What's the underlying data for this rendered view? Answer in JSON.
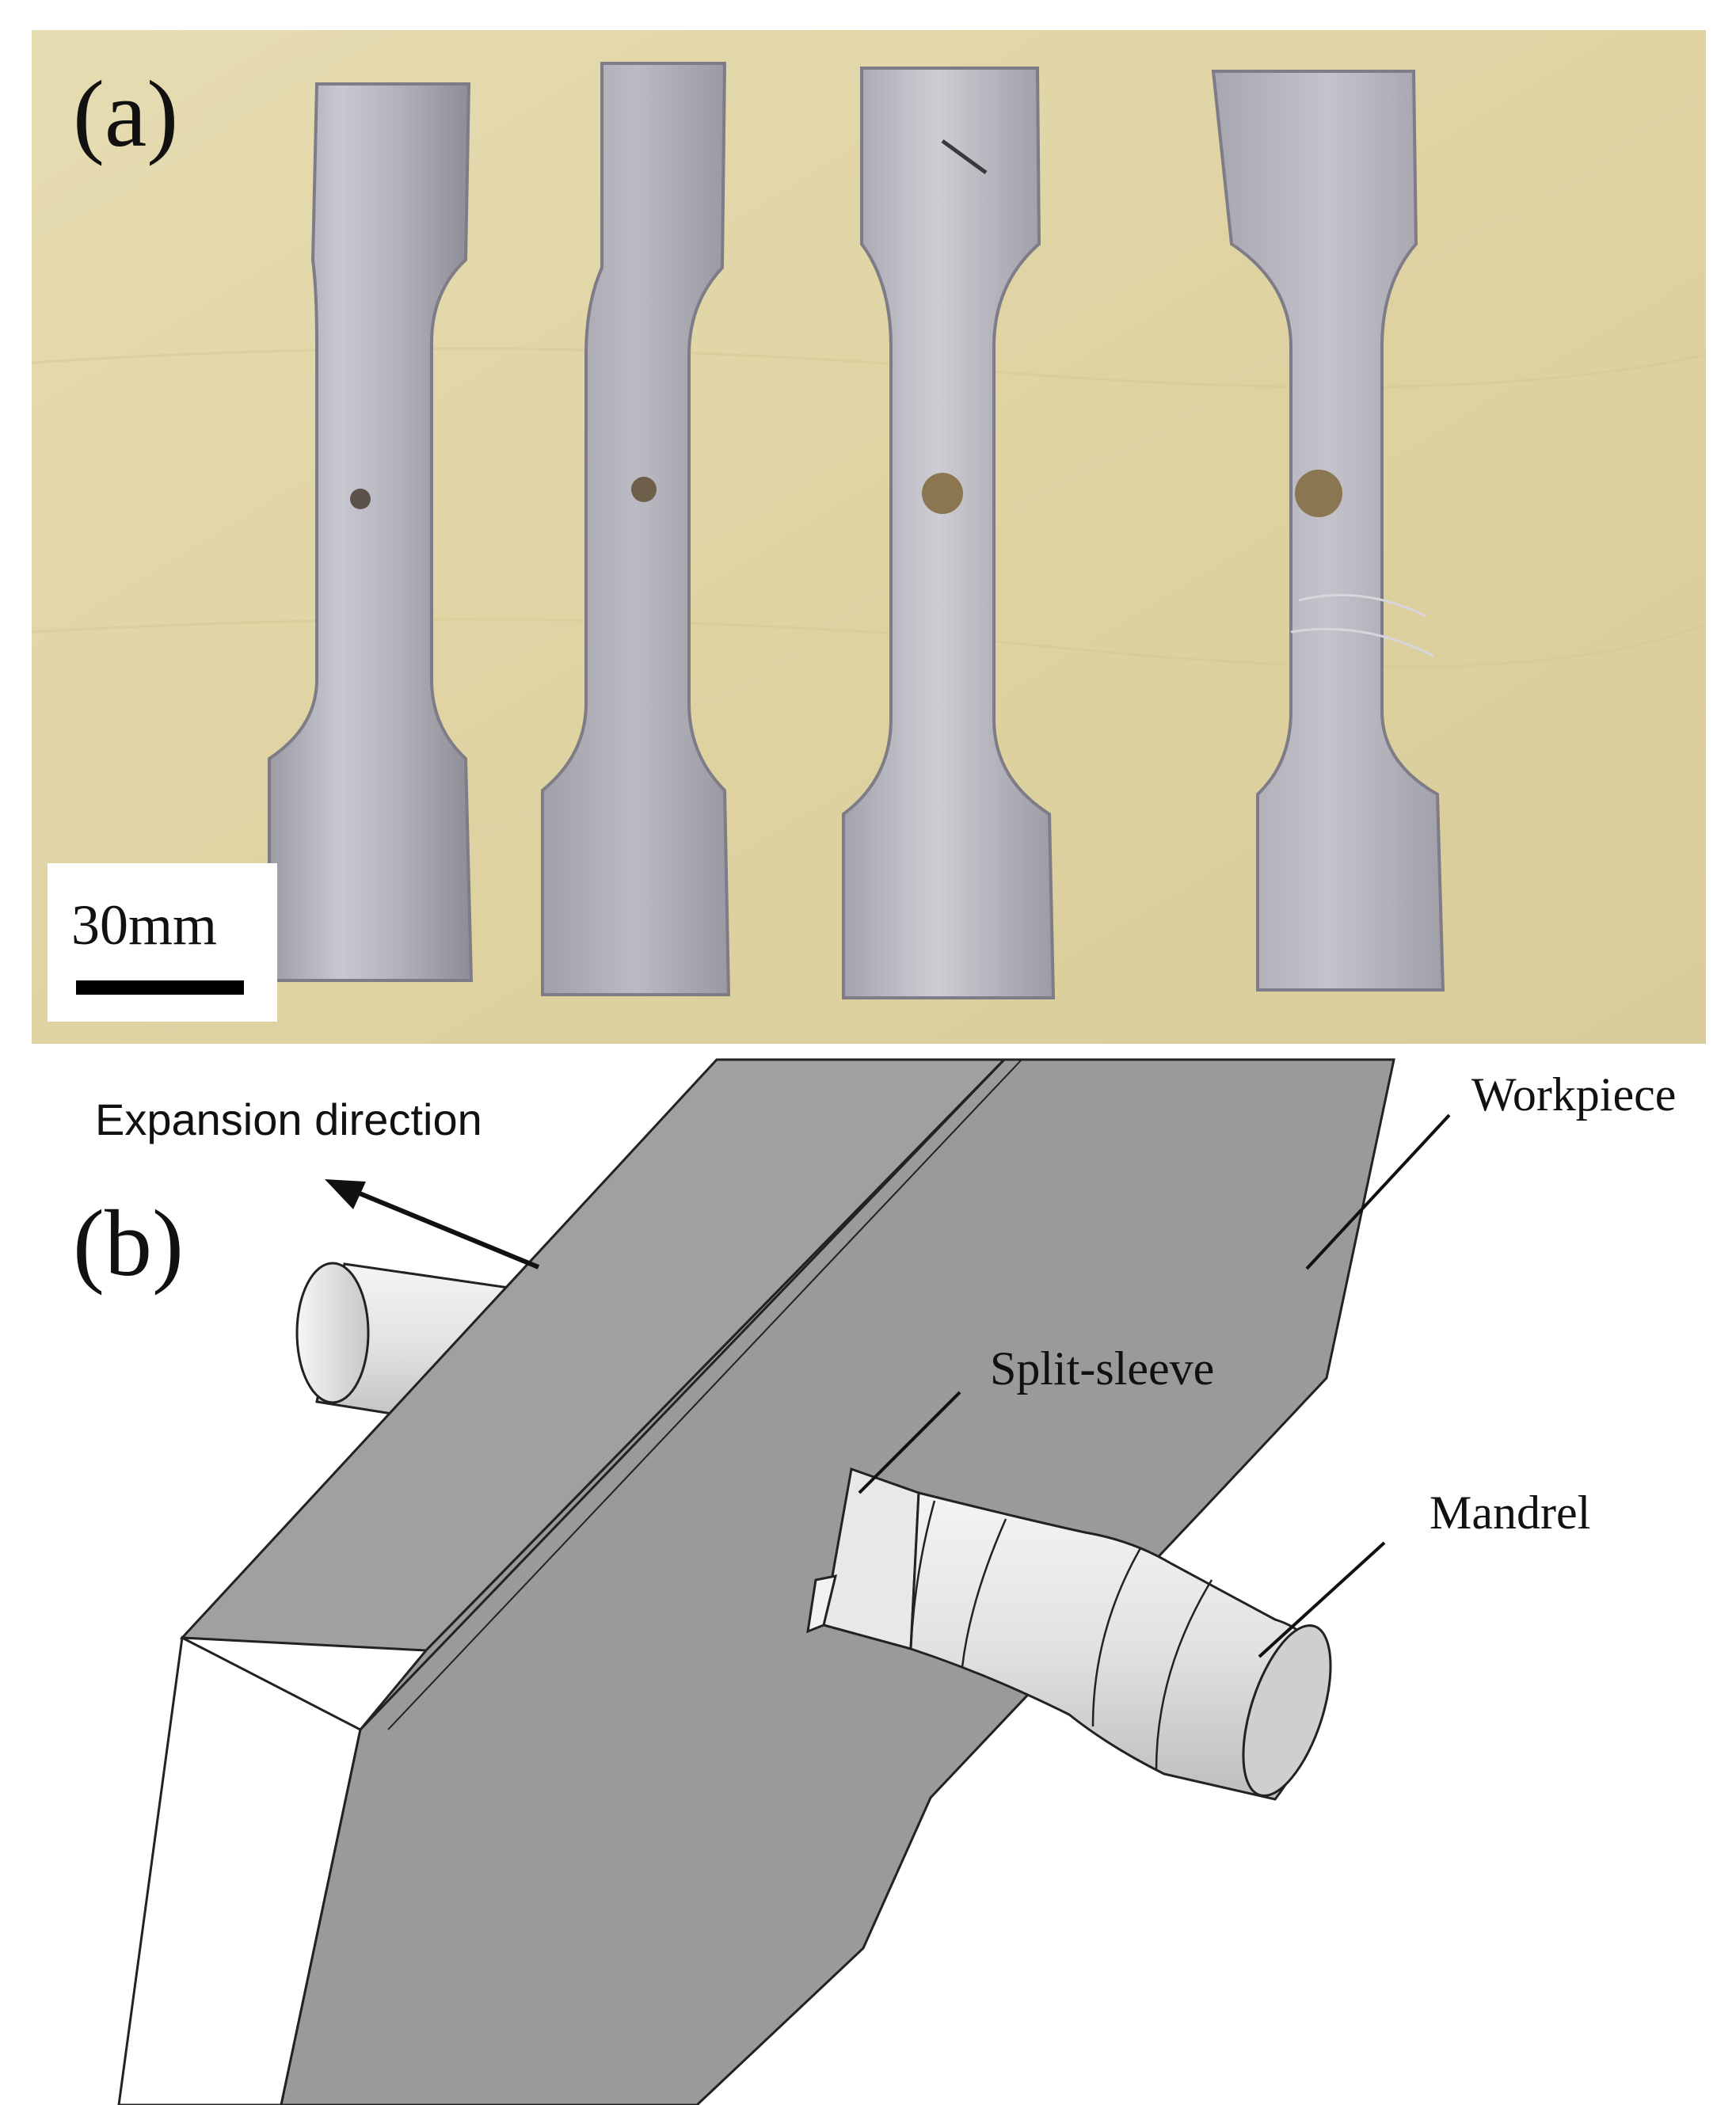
{
  "panel_a": {
    "label": "(a)",
    "scale_bar_label": "30mm"
  },
  "panel_b": {
    "label": "(b)",
    "annotations": {
      "expansion_direction": "Expansion direction",
      "workpiece": "Workpiece",
      "split_sleeve": "Split-sleeve",
      "mandrel": "Mandrel"
    }
  },
  "colors": {
    "wood_background": "#e2d6a8",
    "metal": "#aeacb4",
    "workpiece_gray": "#9a9a9a",
    "mandrel_light": "#e6e6e6"
  }
}
